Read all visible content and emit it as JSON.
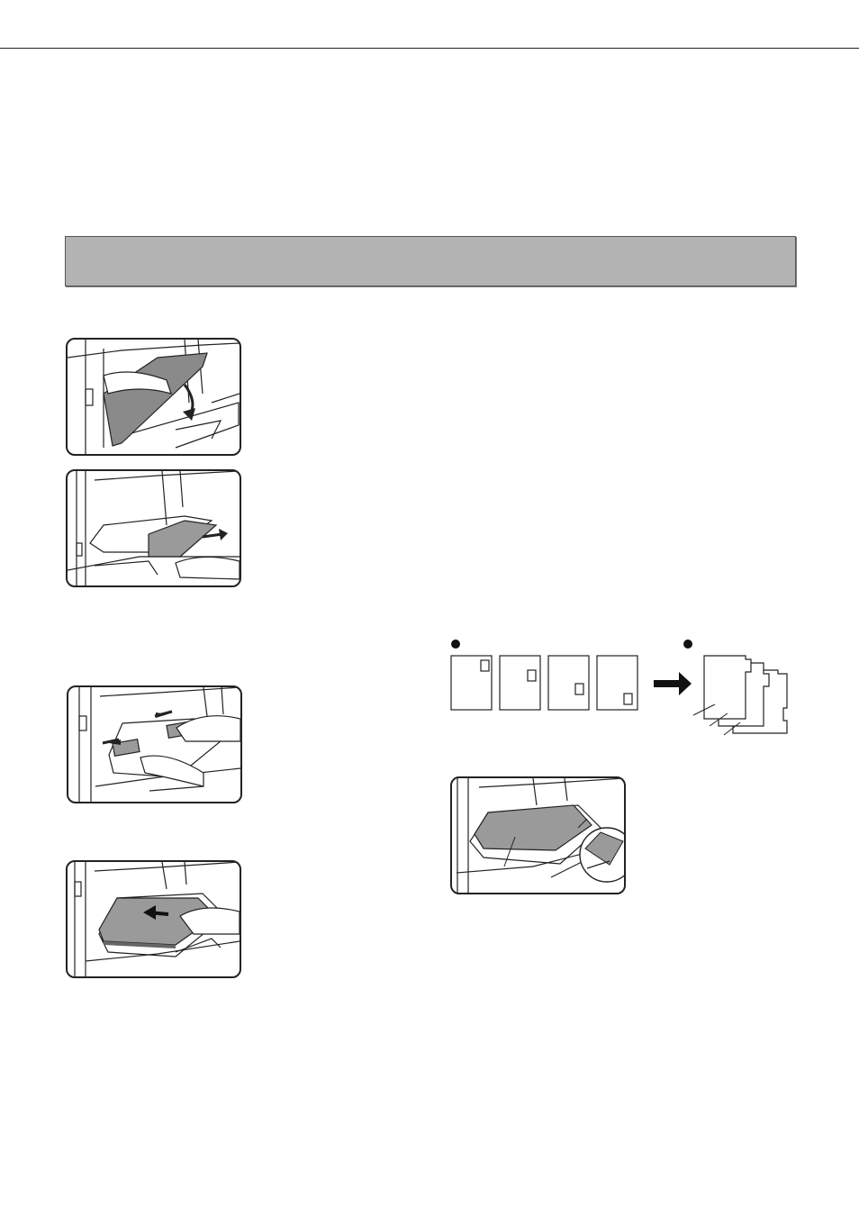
{
  "page": {
    "banner_text": ""
  },
  "illustrations": [
    {
      "id": "step-open-bypass-tray",
      "icon": "bypass-tray-open-icon"
    },
    {
      "id": "step-pull-out-extension",
      "icon": "tray-extension-icon"
    },
    {
      "id": "step-adjust-guides",
      "icon": "paper-guides-icon"
    },
    {
      "id": "step-insert-paper",
      "icon": "insert-paper-icon"
    },
    {
      "id": "tab-paper-orientation",
      "icon": "tab-paper-icon"
    },
    {
      "id": "tab-paper-loaded",
      "icon": "tab-paper-loaded-icon"
    }
  ],
  "colors": {
    "banner_fill": "#b3b3b3",
    "line": "#222222",
    "paper_gray": "#9a9a9a"
  }
}
